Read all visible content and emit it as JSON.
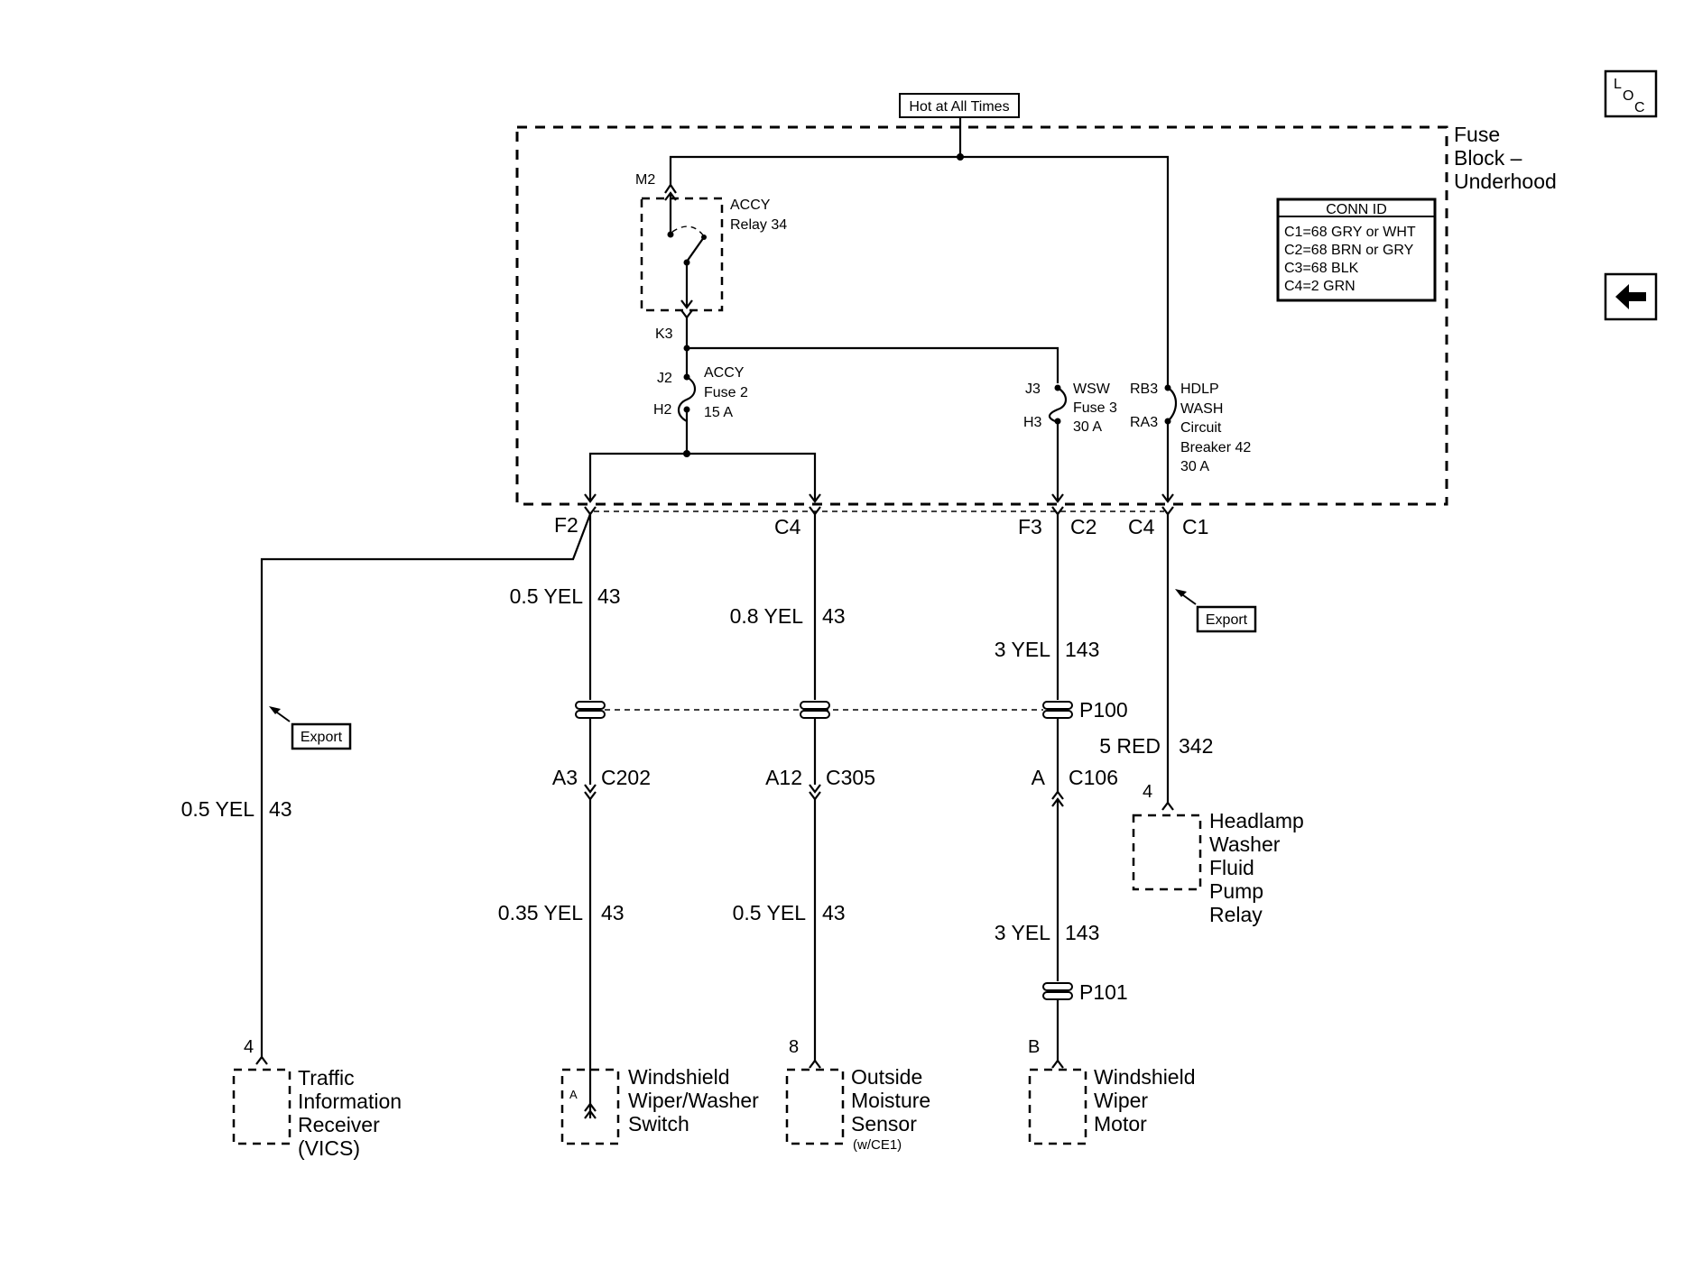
{
  "header": {
    "hot_label": "Hot at All Times"
  },
  "fuse_block": {
    "title_line1": "Fuse",
    "title_line2": "Block –",
    "title_line3": "Underhood"
  },
  "conn_id": {
    "title": "CONN ID",
    "rows": [
      "C1=68 GRY or WHT",
      "C2=68 BRN or GRY",
      "C3=68 BLK",
      "C4=2 GRN"
    ]
  },
  "nav": {
    "loc_l": "L",
    "loc_o": "O",
    "loc_c": "C",
    "back_icon": "left-arrow-icon"
  },
  "relay": {
    "pin_top": "M2",
    "pin_bottom": "K3",
    "name_line1": "ACCY",
    "name_line2": "Relay 34"
  },
  "fuse2": {
    "pin_in": "J2",
    "pin_out": "H2",
    "line1": "ACCY",
    "line2": "Fuse 2",
    "line3": "15 A"
  },
  "fuse3": {
    "pin_in": "J3",
    "pin_out": "H3",
    "line1": "WSW",
    "line2": "Fuse 3",
    "line3": "30 A"
  },
  "breaker42": {
    "pin_in": "RB3",
    "pin_out": "RA3",
    "line1": "HDLP",
    "line2": "WASH",
    "line3": "Circuit",
    "line4": "Breaker 42",
    "line5": "30 A"
  },
  "connectors": {
    "f2": "F2",
    "c4a": "C4",
    "f3": "F3",
    "c2": "C2",
    "c4b": "C4",
    "c1": "C1"
  },
  "wires": {
    "vics_wire": {
      "size_color": "0.5 YEL",
      "circuit": "43"
    },
    "wire_a_upper": {
      "size_color": "0.5 YEL",
      "circuit": "43"
    },
    "wire_b_upper": {
      "size_color": "0.8 YEL",
      "circuit": "43"
    },
    "wire_c_upper": {
      "size_color": "3 YEL",
      "circuit": "143"
    },
    "wire_d": {
      "size_color": "5 RED",
      "circuit": "342"
    },
    "wire_a_lower": {
      "size_color": "0.35 YEL",
      "circuit": "43"
    },
    "wire_b_lower": {
      "size_color": "0.5 YEL",
      "circuit": "43"
    },
    "wire_c_lower": {
      "size_color": "3 YEL",
      "circuit": "143"
    }
  },
  "splices": {
    "p100": "P100",
    "p101": "P101"
  },
  "inline_connectors": {
    "c202": {
      "pin": "A3",
      "name": "C202"
    },
    "c305": {
      "pin": "A12",
      "name": "C305"
    },
    "c106": {
      "pin": "A",
      "name": "C106"
    }
  },
  "export_label": "Export",
  "components": {
    "vics": {
      "pin": "4",
      "line1": "Traffic",
      "line2": "Information",
      "line3": "Receiver",
      "line4": "(VICS)"
    },
    "wiper_switch": {
      "pin": "A",
      "line1": "Windshield",
      "line2": "Wiper/Washer",
      "line3": "Switch"
    },
    "moisture": {
      "pin": "8",
      "line1": "Outside",
      "line2": "Moisture",
      "line3": "Sensor",
      "note": "(w/CE1)"
    },
    "wiper_motor": {
      "pin": "B",
      "line1": "Windshield",
      "line2": "Wiper",
      "line3": "Motor"
    },
    "pump_relay": {
      "pin": "4",
      "line1": "Headlamp",
      "line2": "Washer",
      "line3": "Fluid",
      "line4": "Pump",
      "line5": "Relay"
    }
  }
}
